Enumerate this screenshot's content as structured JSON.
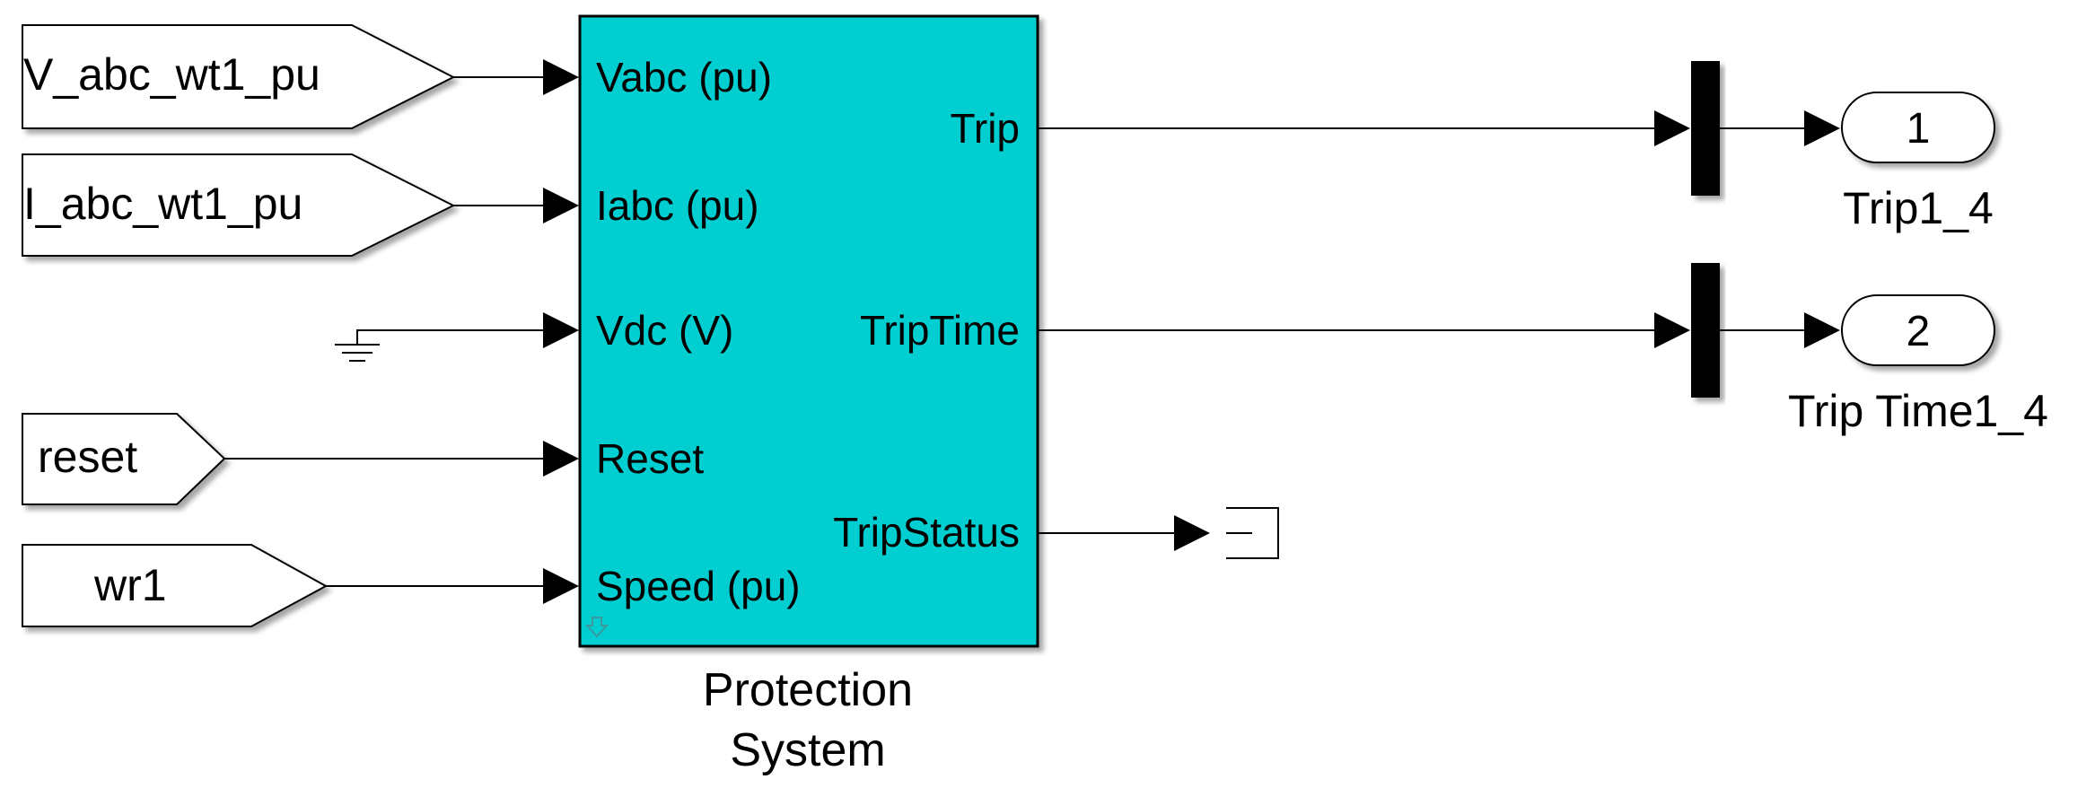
{
  "from_blocks": [
    {
      "tag": "V_abc_wt1_pu"
    },
    {
      "tag": "I_abc_wt1_pu"
    },
    {
      "tag": "reset"
    },
    {
      "tag": "wr1"
    }
  ],
  "subsystem": {
    "name_line1": "Protection",
    "name_line2": "System",
    "color": "#00CED1",
    "inputs": [
      "Vabc (pu)",
      "Iabc (pu)",
      "Vdc (V)",
      "Reset",
      "Speed (pu)"
    ],
    "outputs": [
      "Trip",
      "TripTime",
      "TripStatus"
    ]
  },
  "outports": [
    {
      "number": "1",
      "name": "Trip1_4"
    },
    {
      "number": "2",
      "name": "Trip Time1_4"
    }
  ]
}
